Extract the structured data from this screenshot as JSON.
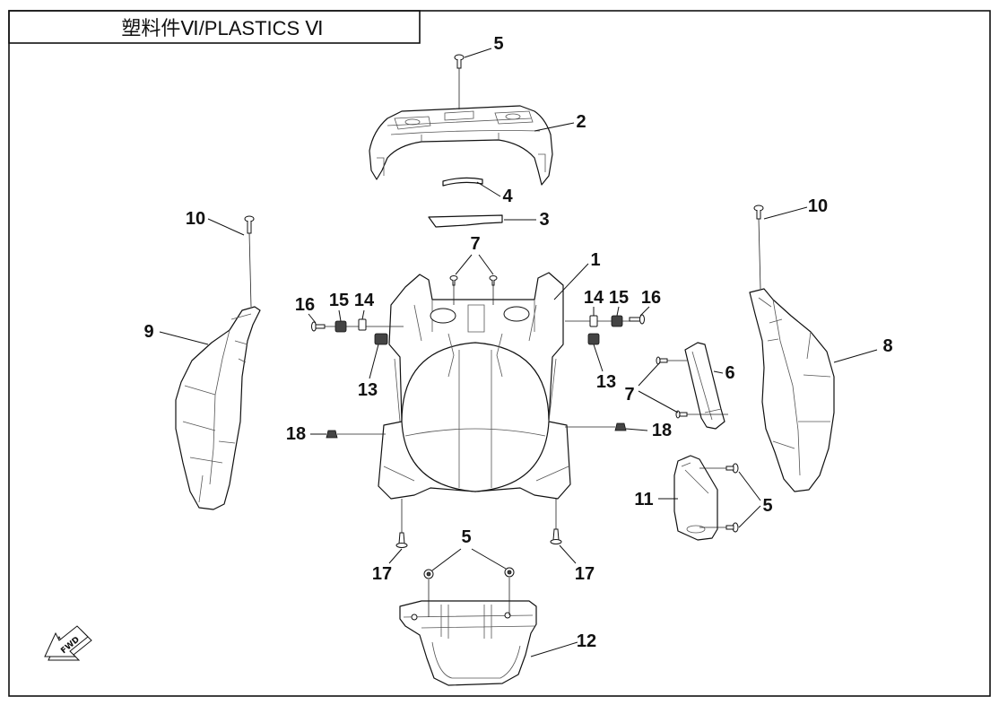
{
  "title": "塑料件Ⅵ/PLASTICS Ⅵ",
  "fwd_label": "FWD",
  "callouts": [
    "5",
    "2",
    "4",
    "3",
    "10",
    "10",
    "7",
    "1",
    "16",
    "15",
    "14",
    "13",
    "14",
    "15",
    "16",
    "13",
    "9",
    "8",
    "6",
    "7",
    "18",
    "18",
    "11",
    "5",
    "17",
    "17",
    "5",
    "12"
  ],
  "colors": {
    "line": "#111111",
    "background": "#ffffff"
  }
}
